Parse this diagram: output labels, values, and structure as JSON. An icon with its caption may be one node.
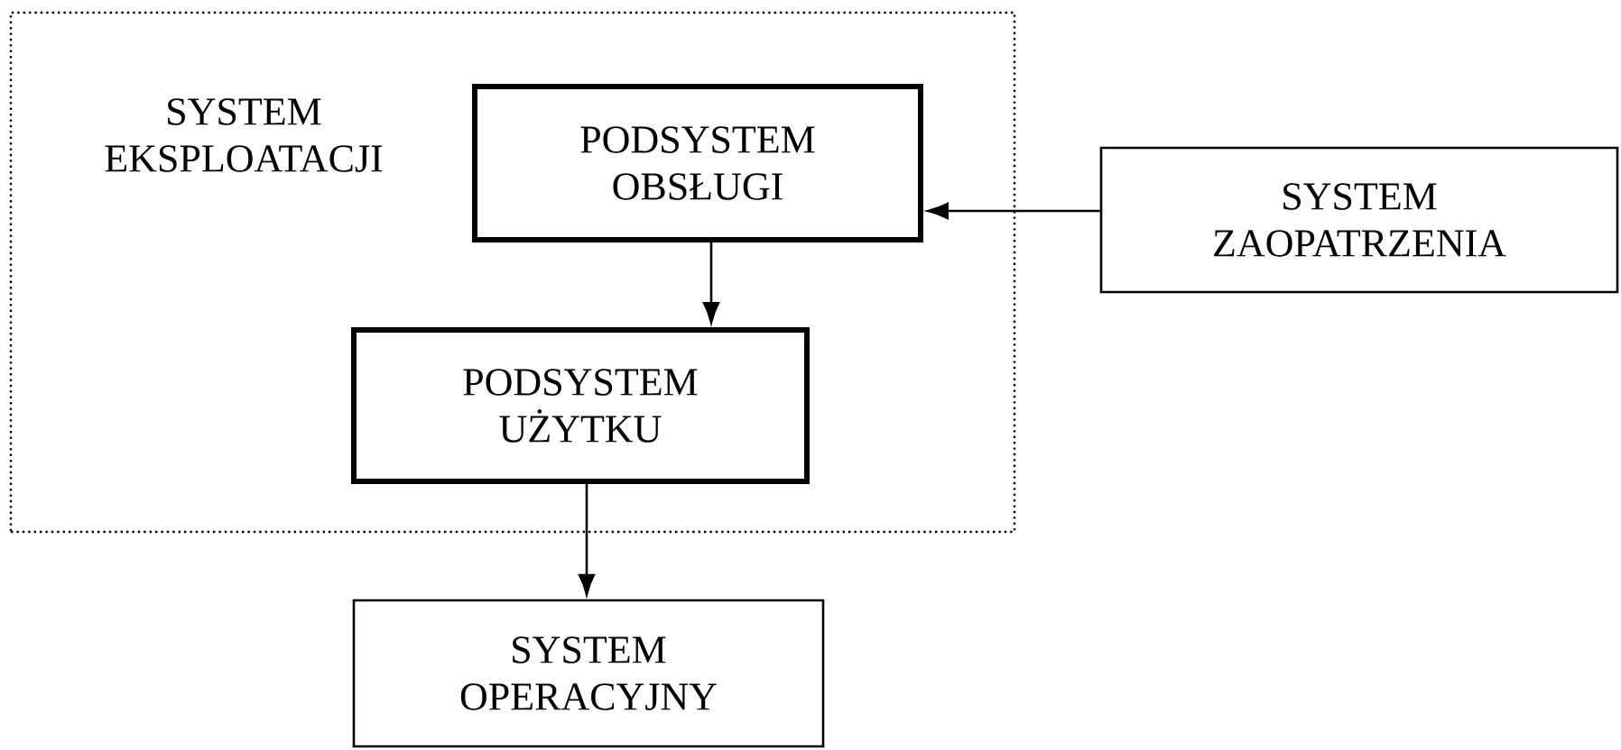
{
  "diagram": {
    "nodes": [
      {
        "text": [
          "SYSTEM EKSPLOATACJI"
        ]
      },
      {
        "text": [
          "PODSYSTEM OBSŁUGI"
        ],
        "in": 0
      },
      {
        "text": [
          "PODSYSTEM UŻYTKU"
        ],
        "in": 0
      },
      {
        "text": [
          "SYSTEM ZAOPATRZENIA"
        ]
      },
      {
        "text": [
          "SYSTEM OPERACYJNY"
        ]
      }
    ],
    "edges": [
      {
        "from": 3,
        "to": 1,
        "arrow": "to"
      },
      {
        "from": 1,
        "to": 2,
        "arrow": "to"
      },
      {
        "from": 2,
        "to": 4,
        "arrow": "to"
      }
    ]
  }
}
